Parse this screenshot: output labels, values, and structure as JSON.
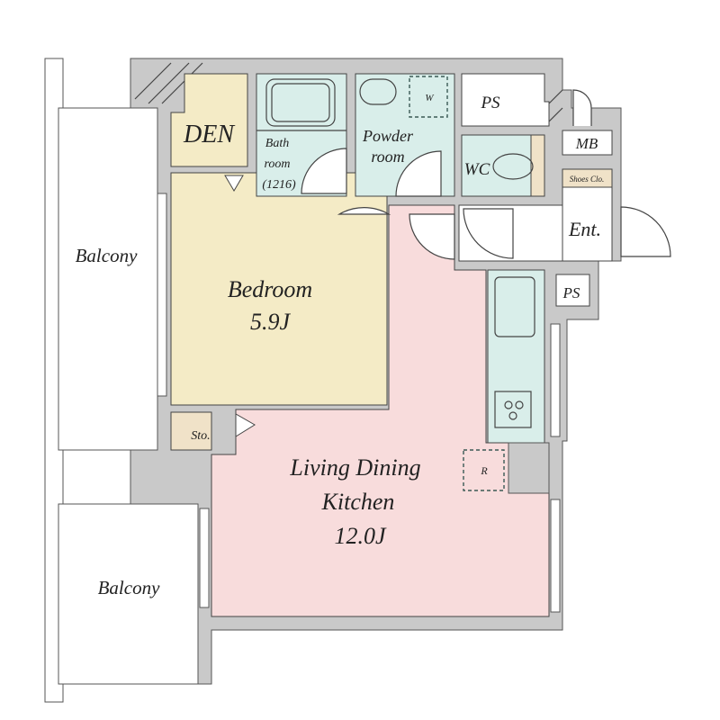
{
  "colors": {
    "wall": "#c9c9c9",
    "bedroom": "#f4ebc6",
    "living": "#f8dcdc",
    "wet": "#d9eeea",
    "storage": "#f0e2c8"
  },
  "rooms": {
    "den": "DEN",
    "bath_line1": "Bath",
    "bath_line2": "room",
    "bath_line3": "(1216)",
    "powder_line1": "Powder",
    "powder_line2": "room",
    "washer": "W",
    "ps_top": "PS",
    "wc": "WC",
    "mb": "MB",
    "shoes": "Shoes Clo.",
    "entrance": "Ent.",
    "ps_small": "PS",
    "bedroom_name": "Bedroom",
    "bedroom_size": "5.9J",
    "storage": "Sto.",
    "ldk_line1": "Living Dining",
    "ldk_line2": "Kitchen",
    "ldk_size": "12.0J",
    "fridge": "R",
    "balcony_upper": "Balcony",
    "balcony_lower": "Balcony"
  }
}
